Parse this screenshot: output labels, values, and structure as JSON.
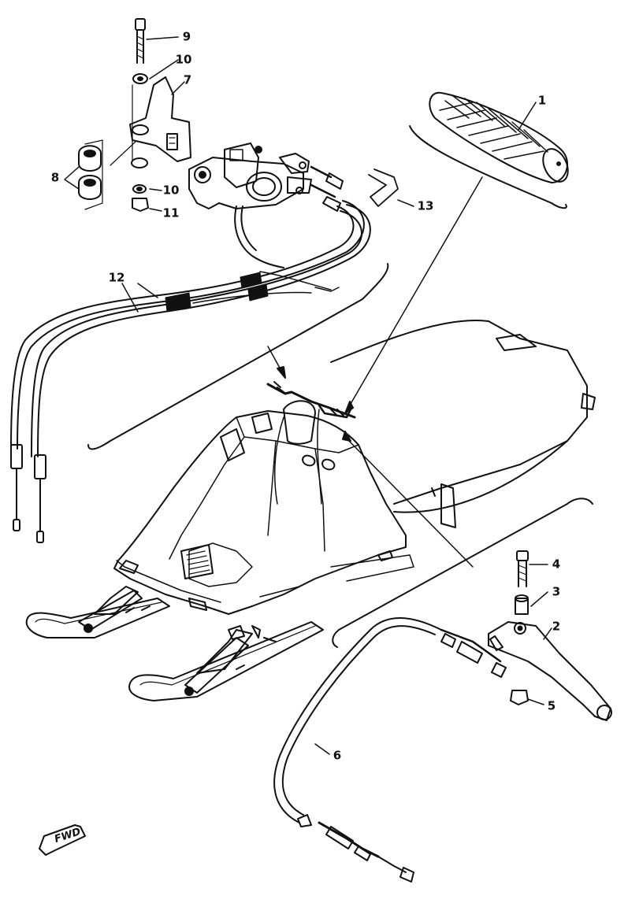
{
  "diagram": {
    "direction_marker": "FWD",
    "callouts": [
      {
        "id": "c1",
        "text": "1"
      },
      {
        "id": "c2",
        "text": "2"
      },
      {
        "id": "c3",
        "text": "3"
      },
      {
        "id": "c4",
        "text": "4"
      },
      {
        "id": "c5",
        "text": "5"
      },
      {
        "id": "c6",
        "text": "6"
      },
      {
        "id": "c7",
        "text": "7"
      },
      {
        "id": "c8",
        "text": "8"
      },
      {
        "id": "c9",
        "text": "9"
      },
      {
        "id": "c10a",
        "text": "10"
      },
      {
        "id": "c10b",
        "text": "10"
      },
      {
        "id": "c11",
        "text": "11"
      },
      {
        "id": "c12",
        "text": "12"
      },
      {
        "id": "c13",
        "text": "13"
      }
    ]
  }
}
